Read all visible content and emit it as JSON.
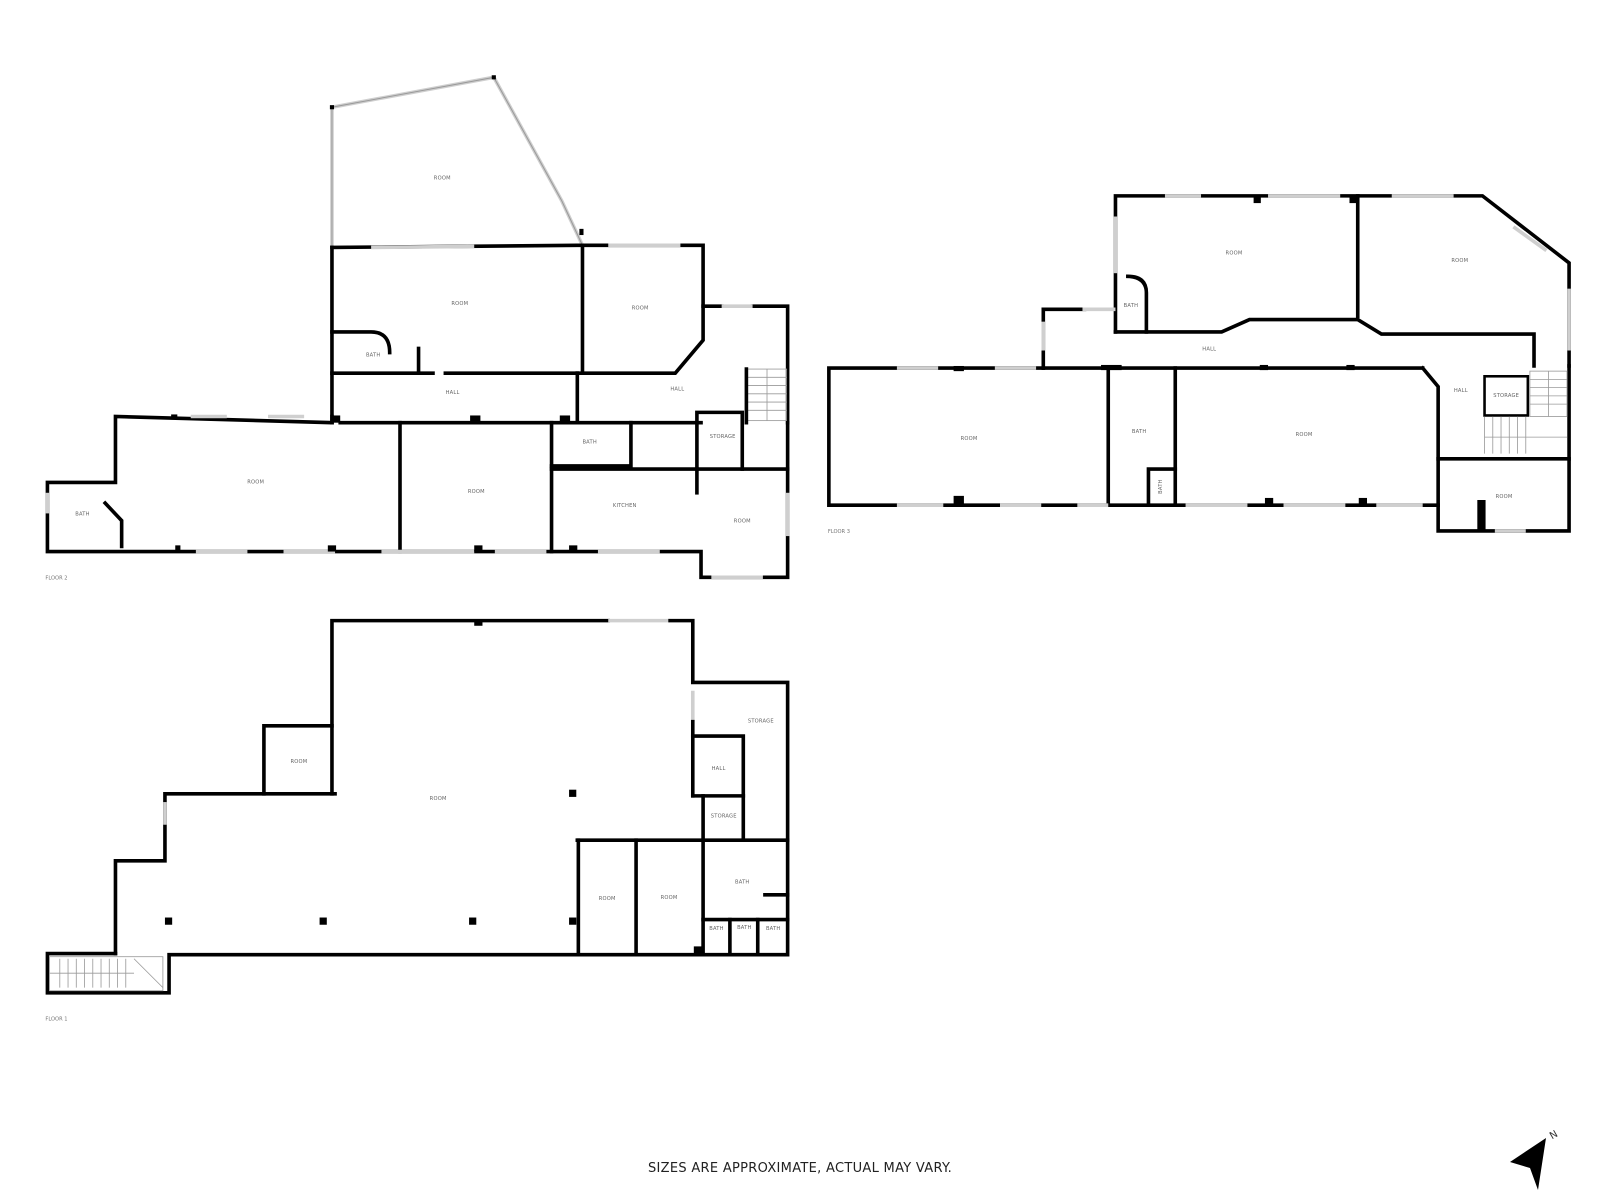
{
  "footer": {
    "disclaimer": "SIZES ARE APPROXIMATE, ACTUAL MAY VARY."
  },
  "compass": {
    "icon": "north-arrow-icon",
    "label": "N"
  },
  "colors": {
    "wall": "#000000",
    "window": "#cfcfcf",
    "background": "#ffffff",
    "label": "#666666"
  },
  "floors": [
    {
      "label": "FLOOR 2",
      "rooms": [
        {
          "label": "ROOM"
        },
        {
          "label": "ROOM"
        },
        {
          "label": "ROOM"
        },
        {
          "label": "BATH"
        },
        {
          "label": "HALL"
        },
        {
          "label": "HALL"
        },
        {
          "label": "BATH"
        },
        {
          "label": "ROOM"
        },
        {
          "label": "ROOM"
        },
        {
          "label": "BATH"
        },
        {
          "label": "STORAGE"
        },
        {
          "label": "KITCHEN"
        },
        {
          "label": "ROOM"
        }
      ]
    },
    {
      "label": "FLOOR 3",
      "rooms": [
        {
          "label": "ROOM"
        },
        {
          "label": "ROOM"
        },
        {
          "label": "BATH"
        },
        {
          "label": "HALL"
        },
        {
          "label": "ROOM"
        },
        {
          "label": "BATH"
        },
        {
          "label": "BATH"
        },
        {
          "label": "ROOM"
        },
        {
          "label": "HALL"
        },
        {
          "label": "STORAGE"
        },
        {
          "label": "ROOM"
        }
      ]
    },
    {
      "label": "FLOOR 1",
      "rooms": [
        {
          "label": "ROOM"
        },
        {
          "label": "ROOM"
        },
        {
          "label": "STORAGE"
        },
        {
          "label": "HALL"
        },
        {
          "label": "STORAGE"
        },
        {
          "label": "ROOM"
        },
        {
          "label": "ROOM"
        },
        {
          "label": "BATH"
        },
        {
          "label": "BATH"
        },
        {
          "label": "BATH"
        },
        {
          "label": "BATH"
        }
      ]
    }
  ]
}
